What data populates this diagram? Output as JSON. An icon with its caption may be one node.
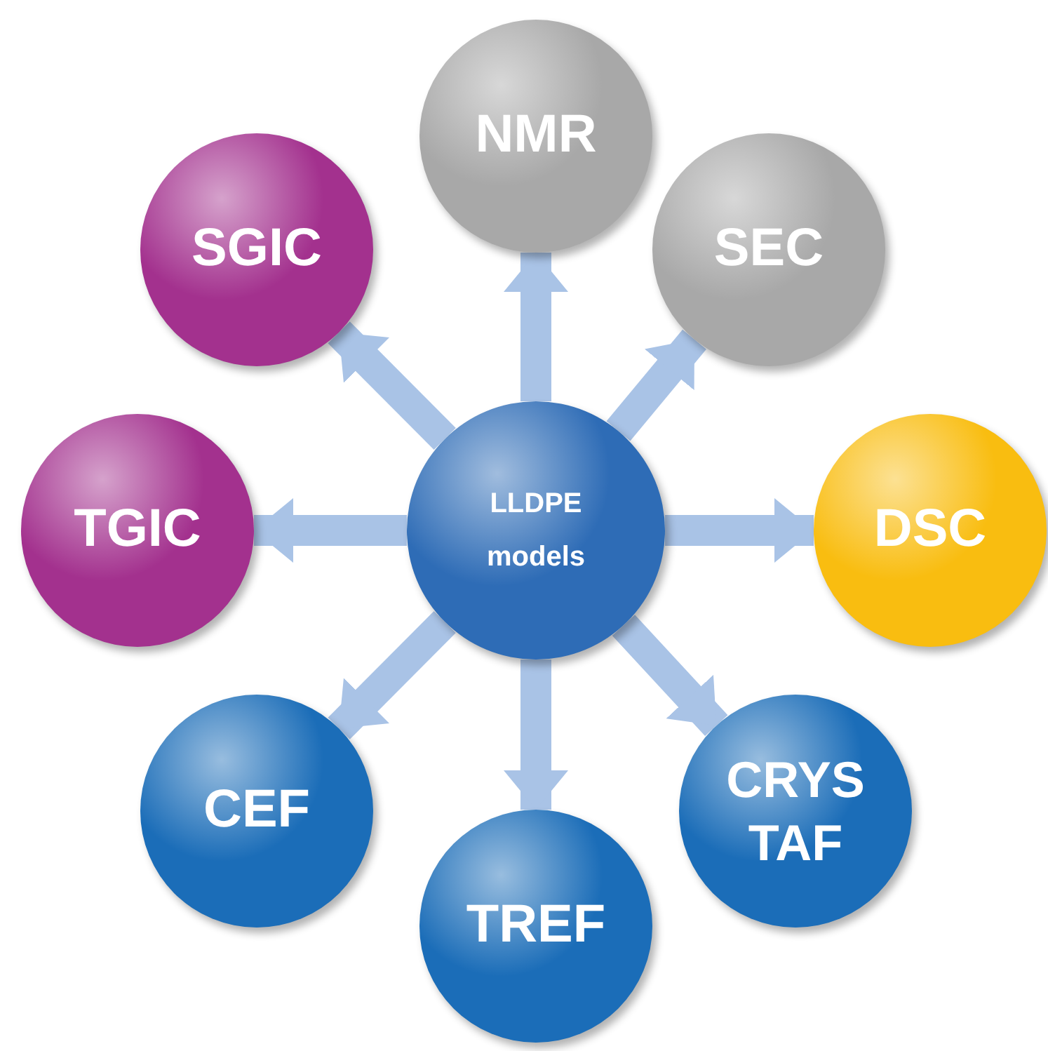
{
  "diagram": {
    "nodes": [
      {
        "text": [
          "LLDPE models"
        ]
      },
      {
        "text": [
          "NMR"
        ]
      },
      {
        "text": [
          "SEC"
        ]
      },
      {
        "text": [
          "DSC"
        ]
      },
      {
        "text": [
          "CRYS TAF"
        ]
      },
      {
        "text": [
          "TREF"
        ]
      },
      {
        "text": [
          "CEF"
        ]
      },
      {
        "text": [
          "TGIC"
        ]
      },
      {
        "text": [
          "SGIC"
        ]
      }
    ],
    "edges": [
      {
        "from": 0,
        "to": 1,
        "arrow": "to"
      },
      {
        "from": 0,
        "to": 2,
        "arrow": "to"
      },
      {
        "from": 0,
        "to": 3,
        "arrow": "to"
      },
      {
        "from": 0,
        "to": 4,
        "arrow": "to"
      },
      {
        "from": 0,
        "to": 5,
        "arrow": "to"
      },
      {
        "from": 0,
        "to": 6,
        "arrow": "to"
      },
      {
        "from": 0,
        "to": 7,
        "arrow": "to"
      },
      {
        "from": 0,
        "to": 8,
        "arrow": "to"
      }
    ]
  }
}
